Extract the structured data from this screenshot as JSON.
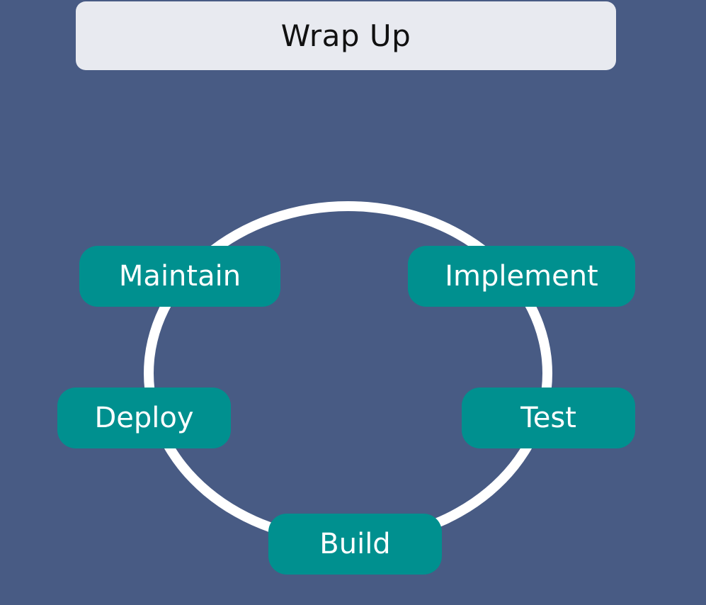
{
  "title": "Wrap Up",
  "colors": {
    "background": "#485b84",
    "title_box": "#e8eaf0",
    "stage_fill": "#00908f",
    "stage_text": "#ffffff",
    "ring": "#ffffff"
  },
  "cycle": {
    "stages": [
      {
        "label": "Implement"
      },
      {
        "label": "Test"
      },
      {
        "label": "Build"
      },
      {
        "label": "Deploy"
      },
      {
        "label": "Maintain"
      }
    ]
  }
}
